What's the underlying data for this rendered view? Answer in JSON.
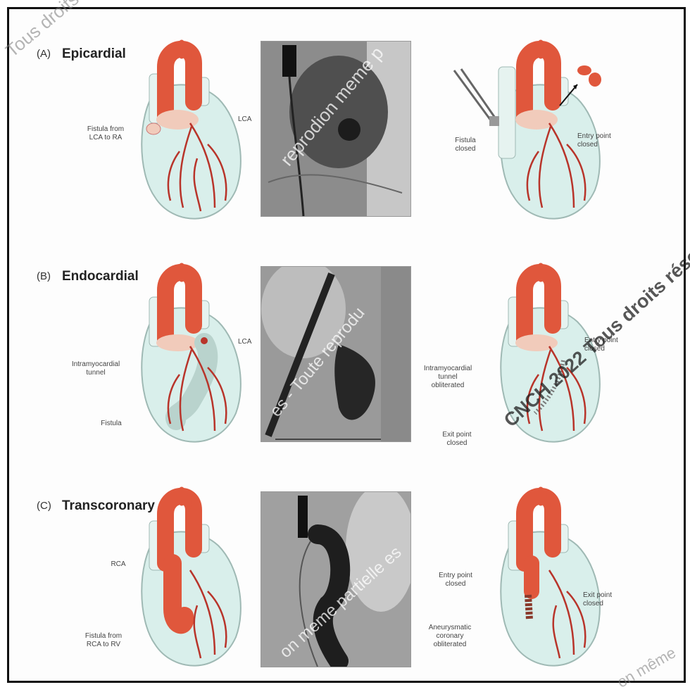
{
  "panels": [
    {
      "id": "(A)",
      "title": "Epicardial",
      "left_labels": [
        "Fistula from\nLCA to RA",
        "LCA"
      ],
      "right_labels": [
        "Fistula\nclosed",
        "Entry point\nclosed"
      ]
    },
    {
      "id": "(B)",
      "title": "Endocardial",
      "left_labels": [
        "Intramyocardial\ntunnel",
        "Fistula",
        "LCA"
      ],
      "right_labels": [
        "Intramyocardial\ntunnel\nobliterated",
        "Exit point\nclosed",
        "Entry point\nclosed"
      ]
    },
    {
      "id": "(C)",
      "title": "Transcoronary",
      "left_labels": [
        "RCA",
        "Fistula from\nRCA to RV"
      ],
      "right_labels": [
        "Entry point\nclosed",
        "Aneurysmatic\ncoronary\nobliterated",
        "Exit point\nclosed"
      ]
    }
  ],
  "watermarks": [
    "Tous droits",
    "reprodion meme p",
    "CNCH 2022 Tous droits rése",
    "es - Toute reprodu",
    "on meme partielle es",
    "on même"
  ],
  "colors": {
    "aorta": "#e0573c",
    "heart_fill": "#d9efeb",
    "heart_stroke": "#9fb9b4",
    "artery": "#b8342a",
    "tunnel": "#b9d3cd"
  }
}
